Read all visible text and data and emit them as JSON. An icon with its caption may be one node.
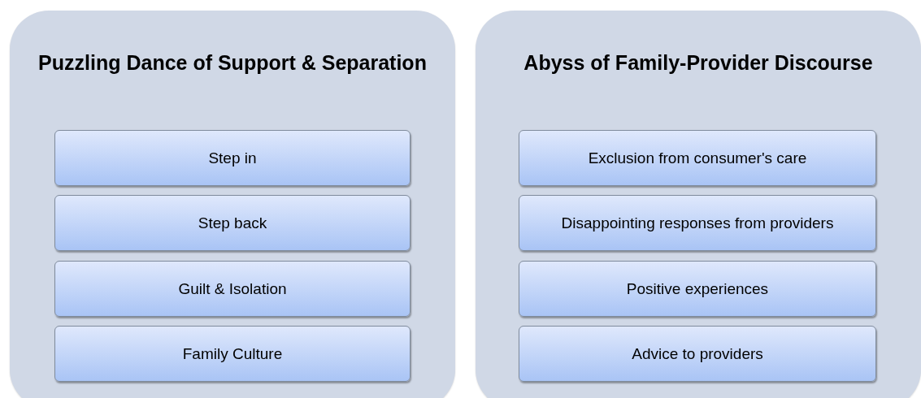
{
  "diagram": {
    "nodes": [
      {
        "text": [
          "Puzzling Dance of Support & Separation"
        ]
      },
      {
        "text": [
          "Step in"
        ],
        "in": 0
      },
      {
        "text": [
          "Step back"
        ],
        "in": 0
      },
      {
        "text": [
          "Guilt & Isolation"
        ],
        "in": 0
      },
      {
        "text": [
          "Family Culture"
        ],
        "in": 0
      },
      {
        "text": [
          "Abyss of Family-Provider Discourse"
        ]
      },
      {
        "text": [
          "Exclusion from consumer's care"
        ],
        "in": 5
      },
      {
        "text": [
          "Disappointing responses from providers"
        ],
        "in": 5
      },
      {
        "text": [
          "Positive experiences"
        ],
        "in": 5
      },
      {
        "text": [
          "Advice to providers"
        ],
        "in": 5
      }
    ]
  }
}
